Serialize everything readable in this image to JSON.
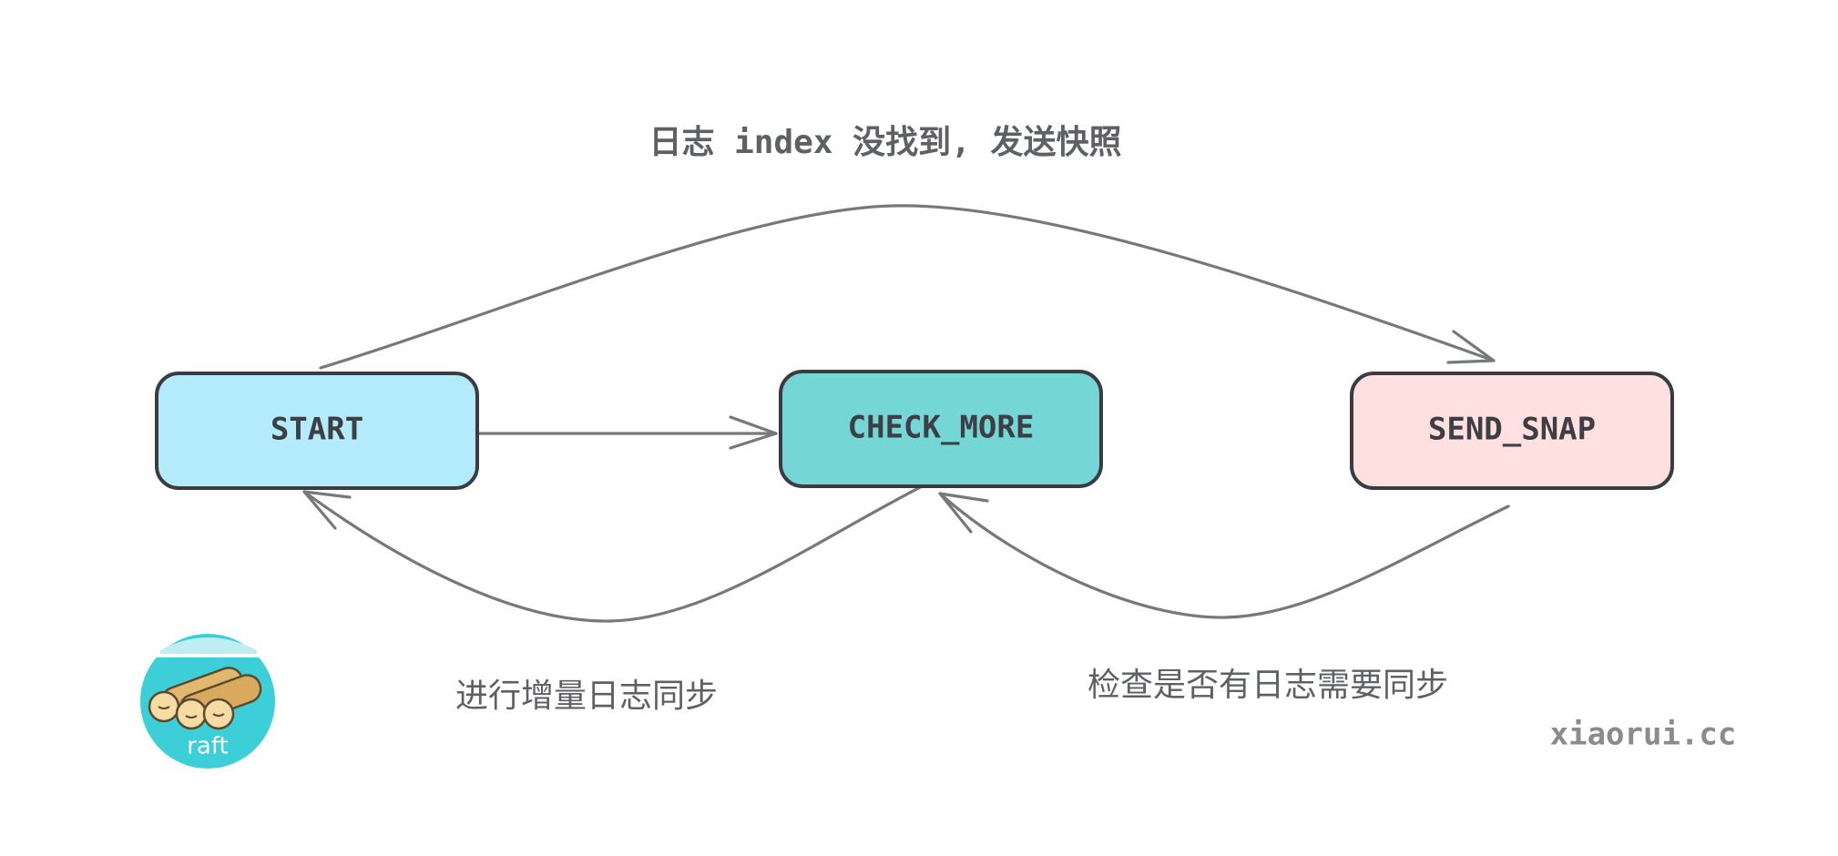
{
  "diagram": {
    "nodes": {
      "start": {
        "label": "START",
        "color": "#b3ebfb"
      },
      "check_more": {
        "label": "CHECK_MORE",
        "color": "#75d6d6"
      },
      "send_snap": {
        "label": "SEND_SNAP",
        "color": "#fde0df"
      }
    },
    "edges": {
      "start_to_send_snap": "日志 index 没找到, 发送快照",
      "start_to_check_more": "",
      "check_more_to_start": "进行增量日志同步",
      "send_snap_to_check_more": "检查是否有日志需要同步"
    }
  },
  "logo": {
    "text": "raft",
    "icon": "raft-logs-icon",
    "color": "#3ccfd8"
  },
  "watermark": "xiaorui.cc",
  "colors": {
    "edge": "#77787a",
    "node_border": "#3a3c42"
  }
}
